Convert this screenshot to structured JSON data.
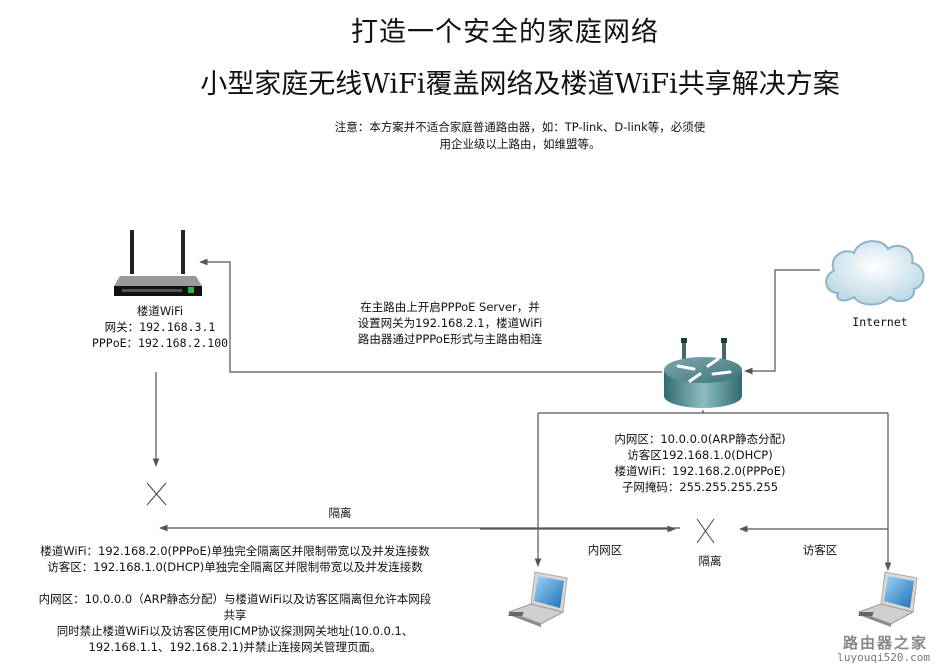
{
  "title": "打造一个安全的家庭网络",
  "subtitle": "小型家庭无线WiFi覆盖网络及楼道WiFi共享解决方案",
  "note": {
    "line1": "注意：本方案并不适合家庭普通路由器，如：TP-link、D-link等，必须使",
    "line2": "用企业级以上路由，如维盟等。"
  },
  "corridor_router": {
    "icon": "wifi-router-icon",
    "name": "楼道WiFi",
    "gateway": "网关：192.168.3.1",
    "pppoe": "PPPoE：192.168.2.100"
  },
  "pppoe_description": {
    "line1": "在主路由上开启PPPoE  Server，并",
    "line2": "设置网关为192.168.2.1，楼道WiFi",
    "line3": "路由器通过PPPoE形式与主路由相连"
  },
  "internet": {
    "icon": "cloud-icon",
    "label": "Internet"
  },
  "main_router": {
    "icon": "router-icon",
    "zones": [
      "内网区：10.0.0.0(ARP静态分配)",
      "访客区192.168.1.0(DHCP)",
      "楼道WiFi：192.168.2.0(PPPoE)",
      "子网掩码：255.255.255.255"
    ]
  },
  "isolation": {
    "left_label": "隔离",
    "center_label": "隔离",
    "inner_label": "内网区",
    "guest_label": "访客区"
  },
  "rules": {
    "line1": "楼道WiFi：192.168.2.0(PPPoE)单独完全隔离区并限制带宽以及并发连接数",
    "line2": "访客区：192.168.1.0(DHCP)单独完全隔离区并限制带宽以及并发连接数",
    "line3": "内网区：10.0.0.0（ARP静态分配）与楼道WiFi以及访客区隔离但允许本网段",
    "line4": "共享",
    "line5": "同时禁止楼道WiFi以及访客区使用ICMP协议探测网关地址(10.0.0.1、",
    "line6": "192.168.1.1、192.168.2.1)并禁止连接网关管理页面。"
  },
  "laptops": [
    {
      "icon": "laptop-icon",
      "zone": "内网区"
    },
    {
      "icon": "laptop-icon",
      "zone": "访客区"
    }
  ],
  "watermark": {
    "name": "路由器之家",
    "url": "luyouqi520.com"
  },
  "colors": {
    "line": "#555555",
    "text": "#111111",
    "router_body": "#3f7f84",
    "cloud": "#dfeef6",
    "laptop_screen": "#2f86c9"
  }
}
